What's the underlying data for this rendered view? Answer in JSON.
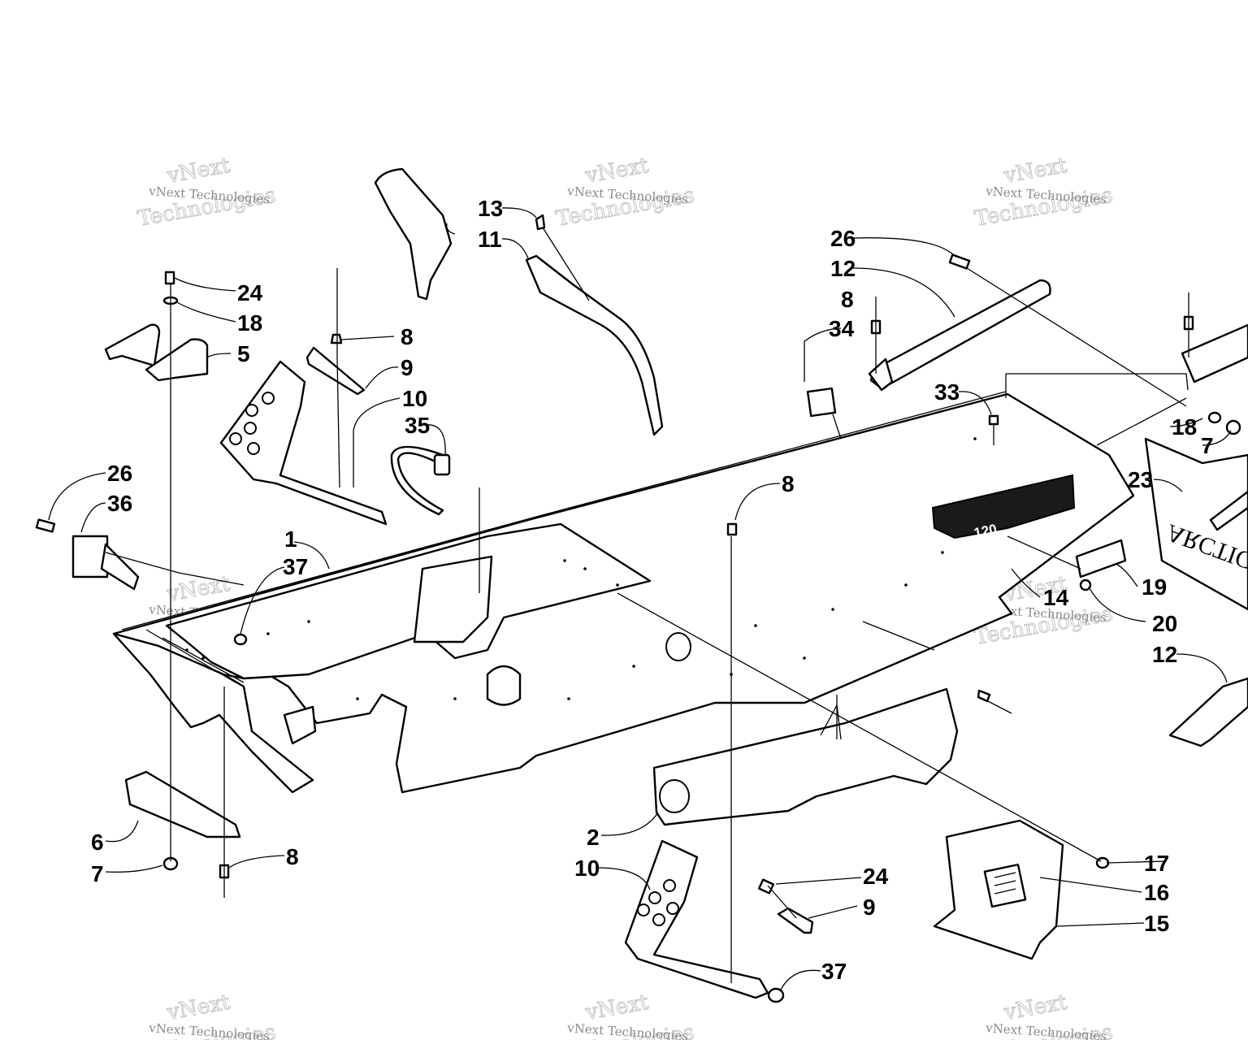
{
  "watermark": {
    "small_text": "vNext Technologies",
    "big_line1": "vNext",
    "big_line2": "Technologies"
  },
  "decal_text": "120",
  "logo_text": "ARCTIC CAT",
  "callouts": [
    {
      "id": "c-13",
      "label": "13"
    },
    {
      "id": "c-11",
      "label": "11"
    },
    {
      "id": "c-24a",
      "label": "24"
    },
    {
      "id": "c-18a",
      "label": "18"
    },
    {
      "id": "c-5",
      "label": "5"
    },
    {
      "id": "c-8a",
      "label": "8"
    },
    {
      "id": "c-9a",
      "label": "9"
    },
    {
      "id": "c-10a",
      "label": "10"
    },
    {
      "id": "c-35",
      "label": "35"
    },
    {
      "id": "c-26a",
      "label": "26"
    },
    {
      "id": "c-36",
      "label": "36"
    },
    {
      "id": "c-1",
      "label": "1"
    },
    {
      "id": "c-37a",
      "label": "37"
    },
    {
      "id": "c-26b",
      "label": "26"
    },
    {
      "id": "c-12a",
      "label": "12"
    },
    {
      "id": "c-8b",
      "label": "8"
    },
    {
      "id": "c-34",
      "label": "34"
    },
    {
      "id": "c-33",
      "label": "33"
    },
    {
      "id": "c-8c",
      "label": "8"
    },
    {
      "id": "c-18b",
      "label": "18"
    },
    {
      "id": "c-7a",
      "label": "7"
    },
    {
      "id": "c-23",
      "label": "23"
    },
    {
      "id": "c-19",
      "label": "19"
    },
    {
      "id": "c-14",
      "label": "14"
    },
    {
      "id": "c-20",
      "label": "20"
    },
    {
      "id": "c-12b",
      "label": "12"
    },
    {
      "id": "c-2",
      "label": "2"
    },
    {
      "id": "c-6",
      "label": "6"
    },
    {
      "id": "c-7b",
      "label": "7"
    },
    {
      "id": "c-8d",
      "label": "8"
    },
    {
      "id": "c-10b",
      "label": "10"
    },
    {
      "id": "c-24b",
      "label": "24"
    },
    {
      "id": "c-9b",
      "label": "9"
    },
    {
      "id": "c-37b",
      "label": "37"
    },
    {
      "id": "c-17",
      "label": "17"
    },
    {
      "id": "c-16",
      "label": "16"
    },
    {
      "id": "c-15",
      "label": "15"
    }
  ]
}
